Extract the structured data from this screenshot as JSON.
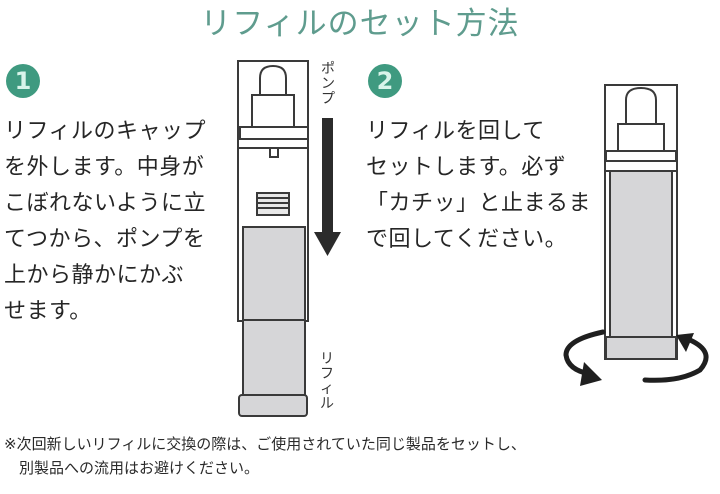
{
  "title": "リフィルのセット方法",
  "steps": [
    {
      "number": "1",
      "lines": [
        "リフィルのキャップ",
        "を外します。中身が",
        "こぼれないように立",
        "てつから、ポンプを",
        "上から静かにかぶ",
        "せます。"
      ]
    },
    {
      "number": "2",
      "lines": [
        "リフィルを回して",
        "セットします。必ず",
        "「カチッ」と止まるま",
        "で回してください。"
      ]
    }
  ],
  "labels": {
    "pump": [
      "ポ",
      "ン",
      "プ"
    ],
    "refill": [
      "リ",
      "フ",
      "ィ",
      "ル"
    ]
  },
  "note": {
    "line1": "※次回新しいリフィルに交換の際は、ご使用されていた同じ製品をセットし、",
    "line2": "　別製品への流用はお避けください。"
  },
  "colors": {
    "accent": "#3f9a80",
    "title": "#5f9c8e",
    "bottle_fill": "#d6d6d8",
    "outline": "#3a3a3a"
  }
}
